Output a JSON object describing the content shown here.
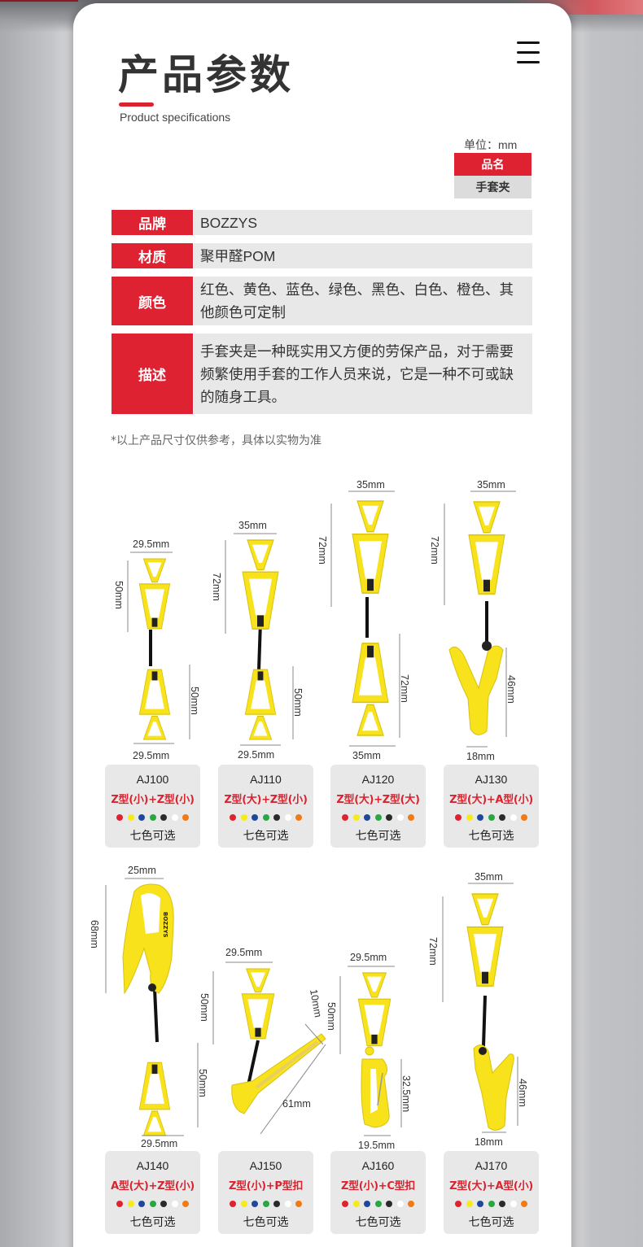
{
  "header": {
    "title": "产品参数",
    "subtitle": "Product specifications",
    "menu_icon": "hamburger-menu-icon"
  },
  "name_table": {
    "unit": "单位：mm",
    "header": "品名",
    "value": "手套夹"
  },
  "specs": [
    {
      "key": "品牌",
      "value": "BOZZYS"
    },
    {
      "key": "材质",
      "value": "聚甲醛POM"
    },
    {
      "key": "颜色",
      "value": "红色、黄色、蓝色、绿色、黑色、白色、橙色、其他颜色可定制"
    },
    {
      "key": "描述",
      "value": "手套夹是一种既实用又方便的劳保产品，对于需要频繁使用手套的工作人员来说，它是一种不可或缺的随身工具。"
    }
  ],
  "disclaimer": "*以上产品尺寸仅供参考，具体以实物为准",
  "colors": {
    "accent": "#df2232",
    "product_yellow": "#f7e21b",
    "swatches": [
      "#e0222e",
      "#f7ea1a",
      "#1f479b",
      "#27a843",
      "#2a2a2a",
      "#ffffff",
      "#f07a13"
    ]
  },
  "products": [
    {
      "model": "AJ100",
      "type": "Z型(小)+Z型(小)",
      "colors_label": "七色可选",
      "dims": {
        "top_width": "29.5mm",
        "top_height": "50mm",
        "bottom_height": "50mm",
        "bottom_width": "29.5mm"
      }
    },
    {
      "model": "AJ110",
      "type": "Z型(大)+Z型(小)",
      "colors_label": "七色可选",
      "dims": {
        "top_width": "35mm",
        "top_height": "72mm",
        "bottom_height": "50mm",
        "bottom_width": "29.5mm"
      }
    },
    {
      "model": "AJ120",
      "type": "Z型(大)+Z型(大)",
      "colors_label": "七色可选",
      "dims": {
        "top_width": "35mm",
        "top_height": "72mm",
        "bottom_height": "72mm",
        "bottom_width": "35mm"
      }
    },
    {
      "model": "AJ130",
      "type": "Z型(大)+A型(小)",
      "colors_label": "七色可选",
      "dims": {
        "top_width": "35mm",
        "top_height": "72mm",
        "bottom_height": "46mm",
        "bottom_width": "18mm"
      }
    },
    {
      "model": "AJ140",
      "type": "A型(大)+Z型(小)",
      "colors_label": "七色可选",
      "dims": {
        "top_width": "25mm",
        "top_height": "68mm",
        "bottom_height": "50mm",
        "bottom_width": "29.5mm"
      }
    },
    {
      "model": "AJ150",
      "type": "Z型(小)+P型扣",
      "colors_label": "七色可选",
      "dims": {
        "top_width": "29.5mm",
        "top_height": "50mm",
        "clip_thickness": "10mm",
        "clip_length": "61mm"
      }
    },
    {
      "model": "AJ160",
      "type": "Z型(小)+C型扣",
      "colors_label": "七色可选",
      "dims": {
        "top_width": "29.5mm",
        "top_height": "50mm",
        "bottom_height": "32.5mm",
        "bottom_width": "19.5mm"
      }
    },
    {
      "model": "AJ170",
      "type": "Z型(大)+A型(小)",
      "colors_label": "七色可选",
      "dims": {
        "top_width": "35mm",
        "top_height": "72mm",
        "bottom_height": "46mm",
        "bottom_width": "18mm"
      }
    }
  ]
}
